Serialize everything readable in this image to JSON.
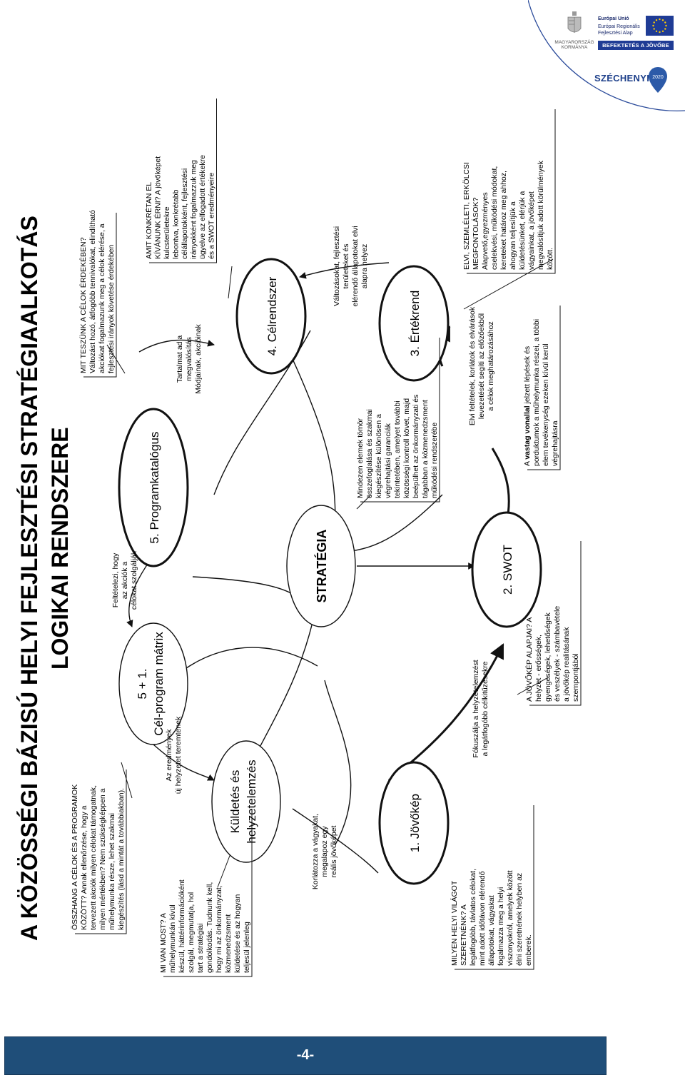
{
  "logos": {
    "eu_title": "Európai Unió",
    "eu_fund_line1": "Európai Regionális",
    "eu_fund_line2": "Fejlesztési Alap",
    "eu_banner": "BEFEKTETÉS A JÖVŐBE",
    "gov_line1": "MAGYARORSZÁG",
    "gov_line2": "KORMÁNYA",
    "szechenyi": "SZÉCHENYI",
    "szechenyi_year": "2020"
  },
  "diagram": {
    "title_line1": "A KÖZÖSSÉGI BÁZISÚ HELYI FEJLESZTÉSI STRATÉGIAALKOTÁS",
    "title_line2": "LOGIKAI RENDSZERE",
    "nodes": {
      "strategia": "STRATÉGIA",
      "jovokep": "1. Jövőkép",
      "swot": "2. SWOT",
      "ertekrend": "3. Értékrend",
      "celrendszer": "4. Célrendszer",
      "programkatalogus": "5. Programkatalógus",
      "celprogram_1": "5 + 1.",
      "celprogram_2": "Cél-program mátrix",
      "kuldetes_1": "Küldetés és",
      "kuldetes_2": "helyzetelemzés"
    },
    "boxes": {
      "osszhang": [
        "ÖSSZHANG A CÉLOK ÉS A PROGRAMOK",
        "KÖZÖTT? Annak ellenőrzése, hogy a",
        "tervezett akciók milyen célokat támogatnak,",
        "milyen mértékben? Nem szükségképpen a",
        "műhelymunka része, lehet szakmai",
        "kiegészítés (lásd a mintát a továbbiakban)."
      ],
      "mi_van_most": [
        "MI VAN MOST? A",
        "műhelymunkán kívül",
        "készül, háttérinformációként",
        "szolgál, megmutatja, hol",
        "tart a stratégiai",
        "gondolkodás. Tudnunk kell,",
        "hogy mi az önkormányzat,",
        "közmenedzsment",
        "küldetése és az hogyan",
        "teljesül jelenleg"
      ],
      "milyen_vilag": [
        "MILYEN HELYI VILÁGOT",
        "SZERETNÉNK? A",
        "legátfogóbb, távlatos célokat,",
        "mint adott időtávon elérendő",
        "állapotokat, vágyakat",
        "fogalmazza meg a helyi",
        "viszonyokról, amelyek között",
        "élni szeretnének helyben az",
        "emberek."
      ],
      "mit_teszunk": [
        "MIT TESZÜNK A CÉLOK ÉRDEKÉBEN?",
        "Változást hozó, átfogóbb tennivalókat, elindítható",
        "akciókat fogalmazunk meg a célok elérése, a",
        "fejlesztési irányok követése érdekében"
      ],
      "amit_konkretan": [
        "AMIT KONKRÉTAN EL",
        "KÍVÁNUNK ÉRNI? A jövőképet",
        "kulcsterületekre",
        "lebontva, konkrétabb",
        "célállapotokként, fejlesztési",
        "irányokként fogalmazzuk meg",
        "ügyelve az elfogadott értékekre",
        "és a SWOT eredményeire"
      ],
      "elvi_szemleleti": [
        "ELVI, SZEMLÉLETI, ERKÖLCSI",
        "MEGFONTOLÁSOK?",
        "Alapvető,egyezményes",
        "cselekvési, működési módokat,",
        "kereteket határoz meg ahhoz,",
        "ahogyan teljesítjük a",
        "küldetésünket, elérjük a",
        "vágyainkat, a jövőképet",
        "megvalósítjuk adott körülmények",
        "között."
      ],
      "mindezen": [
        "Mindezen elemek tömör",
        "összefoglalása és szakmai",
        "kiegészítése különösen a",
        "végrehajtási garanciák",
        "tekintetében, amelyet további",
        "közösségi kontroll követ, majd",
        "beépülhet az önkormányzati és",
        "tágabban a közmenedzsment",
        "működési rendszerébe"
      ],
      "vastag_vonal": [
        "A vastag vonallal jelzett lépések és",
        "porduktumok a műhelymunka részei, a többi",
        "elem tevékenység ezeken kívül kerül",
        "végrehajtásra"
      ],
      "jovokep_alapjai": [
        "A JÖVŐKÉP ALAPJAI? A",
        "helyzet - erősségek,",
        "gyengeségek, lehetőségek",
        "és veszélyek - számbavétele",
        "a jövőkép realitásának",
        "szempontjából"
      ]
    },
    "edge_labels": {
      "feltetelezi": [
        "Feltételezi, hogy",
        "az akciók a",
        "célokat szolgálják"
      ],
      "eredmenyek": [
        "Az eredmények",
        "új helyzetet teremtenek"
      ],
      "koriatozza": [
        "Korlátozza a vágyakat,",
        "megalapoz egy",
        "reális jövőképet"
      ],
      "fokuszalja": [
        "Fókuszálja a helyzetelemzést",
        "a legátfogóbb célkitűzésekre"
      ],
      "elvi_feltetelek": [
        "Elvi feltételek, korlátok és elvárások",
        "levezetését segíti az előzőekből",
        "a célok meghatározásához"
      ],
      "valtozasokat": [
        "Változásokat, fejlesztési",
        "területeket és",
        "elérendő állapotokat elvi",
        "alapra helyez"
      ],
      "tartalmat": [
        "Tartalmat ad a",
        "megvalósítás",
        "Módjainak, akcióinak"
      ]
    }
  },
  "footer": {
    "page_number": "-4-"
  }
}
